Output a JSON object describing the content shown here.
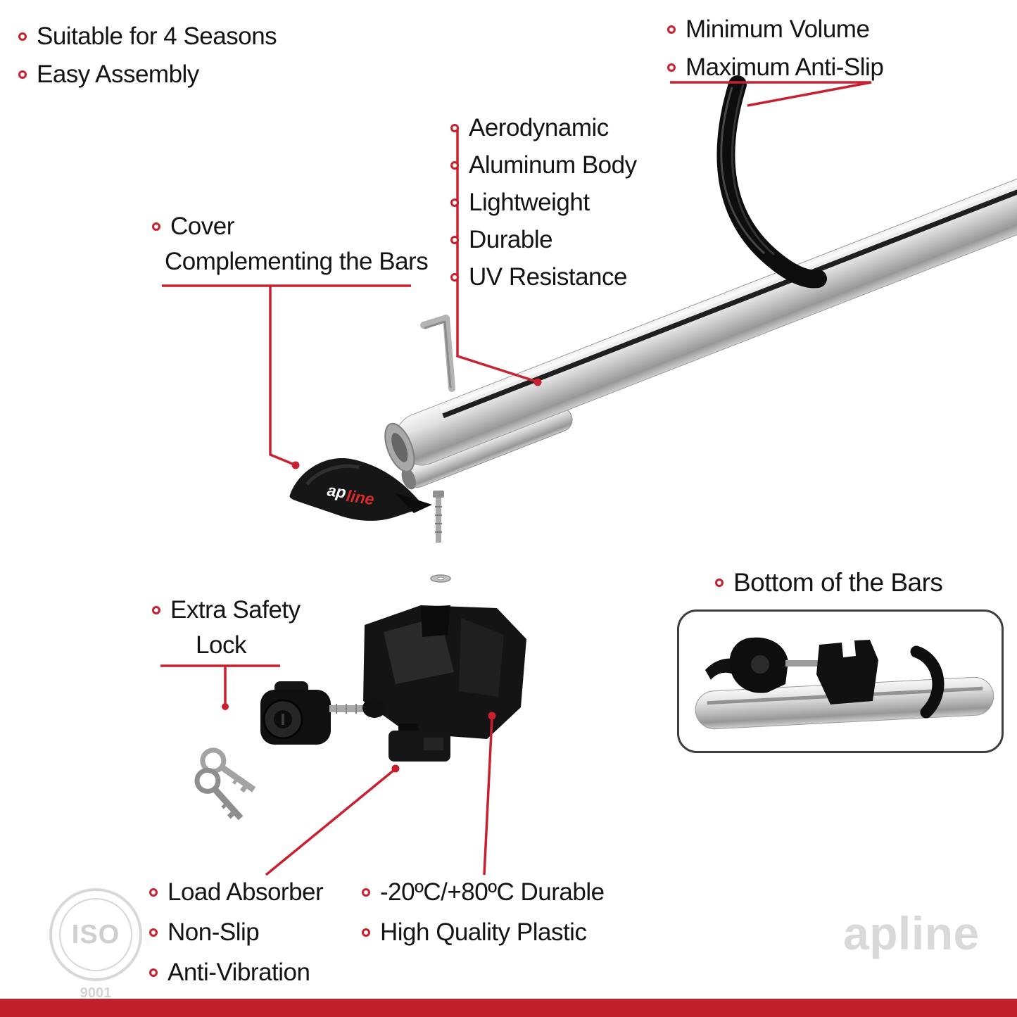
{
  "top_left": {
    "items": [
      "Suitable for 4 Seasons",
      "Easy Assembly"
    ]
  },
  "top_right": {
    "items": [
      "Minimum Volume",
      "Maximum Anti-Slip"
    ]
  },
  "features": {
    "items": [
      "Aerodynamic",
      "Aluminum Body",
      "Lightweight",
      "Durable",
      "UV Resistance"
    ]
  },
  "cover_label": {
    "line1": "Cover",
    "line2": "Complementing the Bars"
  },
  "safety_lock_label": {
    "line1": "Extra Safety",
    "line2": "Lock"
  },
  "bottom_of_bars": {
    "title": "Bottom of the Bars"
  },
  "bottom_left": {
    "items": [
      "Load Absorber",
      "Non-Slip",
      "Anti-Vibration"
    ]
  },
  "bottom_center": {
    "items": [
      "-20ºC/+80ºC Durable",
      "High Quality Plastic"
    ]
  },
  "brand": {
    "ap": "ap",
    "line": "line",
    "watermark": "apline"
  },
  "stamp": {
    "text": "ISO",
    "number": "9001"
  },
  "colors": {
    "accent": "#c8202f",
    "footer_bar": "#c2202d",
    "bar_silver": "#c9c9c9",
    "plastic_black": "#141414"
  }
}
